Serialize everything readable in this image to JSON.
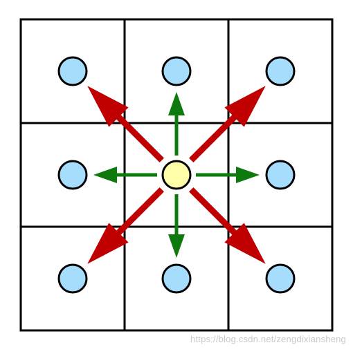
{
  "diagram": {
    "grid": {
      "rows": 3,
      "cols": 3
    },
    "center_cell": {
      "row": 1,
      "col": 1
    },
    "colors": {
      "grid_line": "#000000",
      "cell_fill": "#ffffff",
      "neighbor_node_fill": "#a6dcfc",
      "center_node_fill": "#ffffaa",
      "node_stroke": "#000000",
      "orthogonal_arrow": "#0e7a0e",
      "diagonal_arrow": "#c00000"
    },
    "arrows": [
      {
        "to": "top",
        "kind": "orthogonal"
      },
      {
        "to": "left",
        "kind": "orthogonal"
      },
      {
        "to": "right",
        "kind": "orthogonal"
      },
      {
        "to": "bottom",
        "kind": "orthogonal"
      },
      {
        "to": "top-left",
        "kind": "diagonal"
      },
      {
        "to": "top-right",
        "kind": "diagonal"
      },
      {
        "to": "bottom-left",
        "kind": "diagonal"
      },
      {
        "to": "bottom-right",
        "kind": "diagonal"
      }
    ]
  },
  "watermark": {
    "text": "https://blog.csdn.net/zengdixiansheng"
  }
}
